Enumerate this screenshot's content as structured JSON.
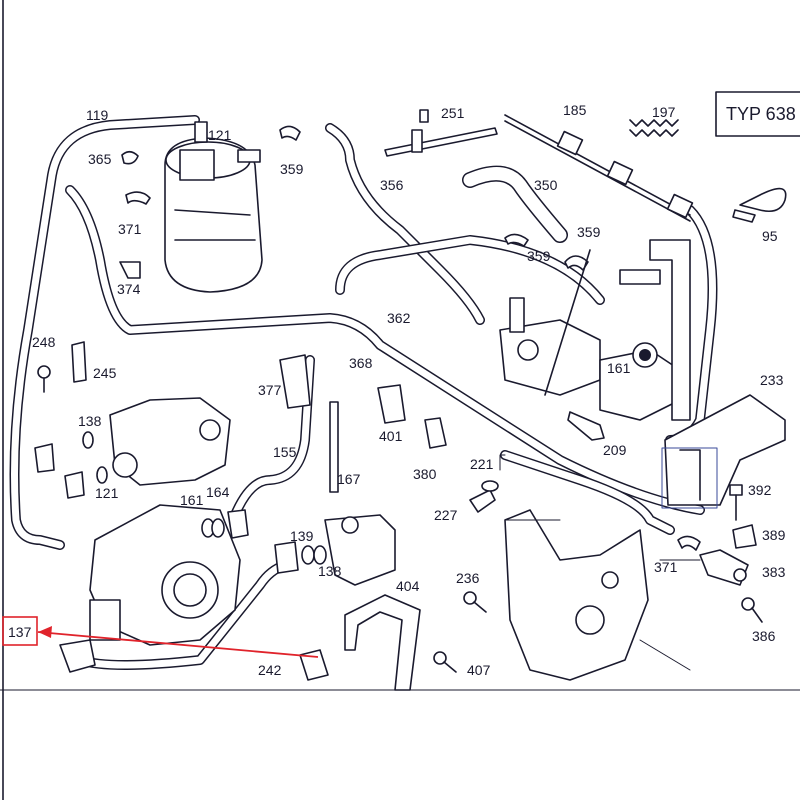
{
  "diagram": {
    "type_label": "TYP 638",
    "accent_color": "#e0232b",
    "line_color": "#1a1a2e",
    "callouts": [
      {
        "id": "c119",
        "text": "119"
      },
      {
        "id": "c121a",
        "text": "121"
      },
      {
        "id": "c251",
        "text": "251"
      },
      {
        "id": "c185",
        "text": "185"
      },
      {
        "id": "c197",
        "text": "197"
      },
      {
        "id": "c365",
        "text": "365"
      },
      {
        "id": "c359a",
        "text": "359"
      },
      {
        "id": "c356",
        "text": "356"
      },
      {
        "id": "c350",
        "text": "350"
      },
      {
        "id": "c371a",
        "text": "371"
      },
      {
        "id": "c359b",
        "text": "359"
      },
      {
        "id": "c359c",
        "text": "359"
      },
      {
        "id": "c95",
        "text": "95"
      },
      {
        "id": "c374",
        "text": "374"
      },
      {
        "id": "c362",
        "text": "362"
      },
      {
        "id": "c248",
        "text": "248"
      },
      {
        "id": "c245",
        "text": "245"
      },
      {
        "id": "c377",
        "text": "377"
      },
      {
        "id": "c368",
        "text": "368"
      },
      {
        "id": "c161a",
        "text": "161"
      },
      {
        "id": "c233",
        "text": "233"
      },
      {
        "id": "c138a",
        "text": "138"
      },
      {
        "id": "c401",
        "text": "401"
      },
      {
        "id": "c155",
        "text": "155"
      },
      {
        "id": "c380",
        "text": "380"
      },
      {
        "id": "c209",
        "text": "209"
      },
      {
        "id": "c121b",
        "text": "121"
      },
      {
        "id": "c221",
        "text": "221"
      },
      {
        "id": "c167",
        "text": "167"
      },
      {
        "id": "c161b",
        "text": "161"
      },
      {
        "id": "c164",
        "text": "164"
      },
      {
        "id": "c392",
        "text": "392"
      },
      {
        "id": "c227",
        "text": "227"
      },
      {
        "id": "c139",
        "text": "139"
      },
      {
        "id": "c389",
        "text": "389"
      },
      {
        "id": "c138b",
        "text": "138"
      },
      {
        "id": "c371b",
        "text": "371"
      },
      {
        "id": "c383",
        "text": "383"
      },
      {
        "id": "c236",
        "text": "236"
      },
      {
        "id": "c404",
        "text": "404"
      },
      {
        "id": "c386",
        "text": "386"
      },
      {
        "id": "c137",
        "text": "137"
      },
      {
        "id": "c242",
        "text": "242"
      },
      {
        "id": "c407",
        "text": "407"
      }
    ]
  }
}
